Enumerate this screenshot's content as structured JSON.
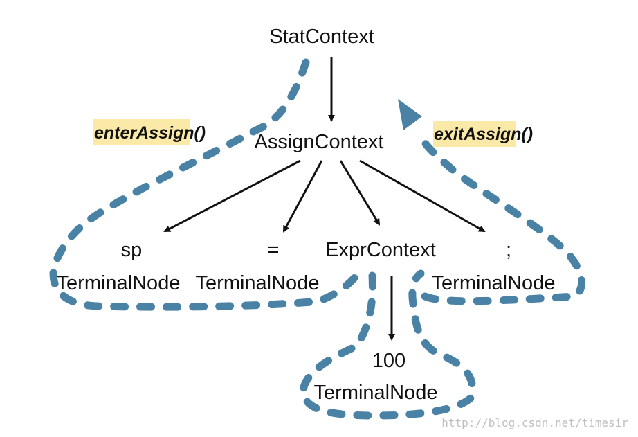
{
  "colors": {
    "walk_path": "#4a82a6",
    "highlight": "#fbe9a7",
    "text": "#111111",
    "edge": "#111111",
    "watermark": "#bfbfbf"
  },
  "nodes": {
    "stat": {
      "label": "StatContext"
    },
    "assign": {
      "label": "AssignContext"
    },
    "sp": {
      "label": "sp",
      "type": "TerminalNode"
    },
    "eq": {
      "label": "=",
      "type": "TerminalNode"
    },
    "expr": {
      "label": "ExprContext"
    },
    "semi": {
      "label": ";",
      "type": "TerminalNode"
    },
    "num": {
      "label": "100",
      "type": "TerminalNode"
    }
  },
  "callouts": {
    "enter": "enterAssign()",
    "exit": "exitAssign()"
  },
  "watermark": "http://blog.csdn.net/timesir"
}
